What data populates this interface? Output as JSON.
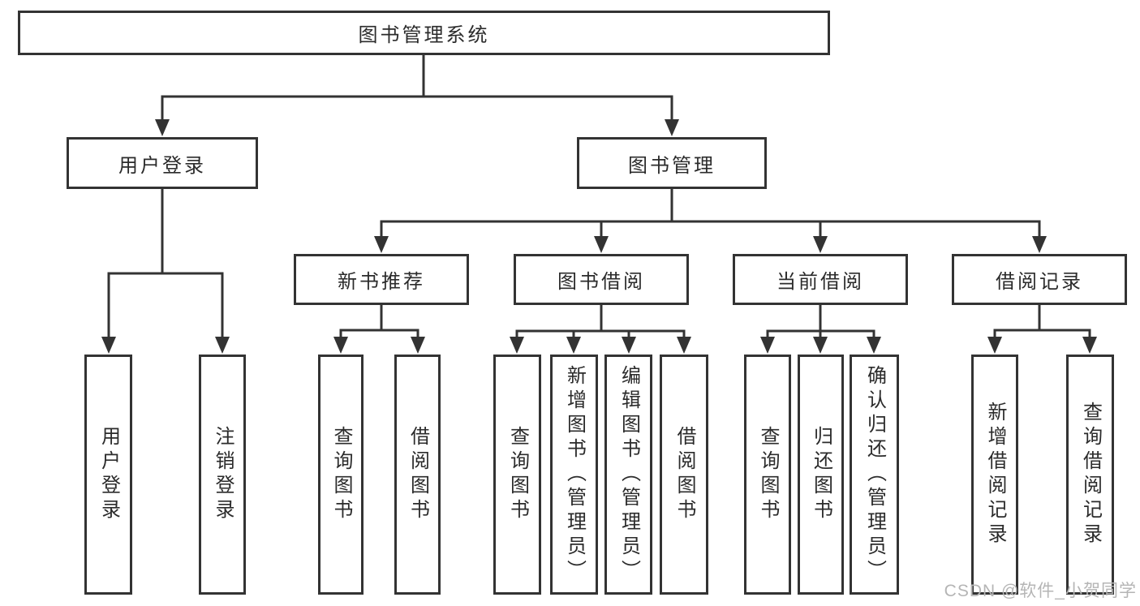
{
  "diagram_title": "图书管理系统",
  "tree": {
    "root": {
      "label": "图书管理系统"
    },
    "branches": [
      {
        "label": "用户登录",
        "children": [
          {
            "label": "用户登录"
          },
          {
            "label": "注销登录"
          }
        ]
      },
      {
        "label": "图书管理",
        "children": [
          {
            "label": "新书推荐",
            "children": [
              {
                "label": "查询图书"
              },
              {
                "label": "借阅图书"
              }
            ]
          },
          {
            "label": "图书借阅",
            "children": [
              {
                "label": "查询图书"
              },
              {
                "label": "新增图书（管理员）"
              },
              {
                "label": "编辑图书（管理员）"
              },
              {
                "label": "借阅图书"
              }
            ]
          },
          {
            "label": "当前借阅",
            "children": [
              {
                "label": "查询图书"
              },
              {
                "label": "归还图书"
              },
              {
                "label": "确认归还（管理员）"
              }
            ]
          },
          {
            "label": "借阅记录",
            "children": [
              {
                "label": "新增借阅记录"
              },
              {
                "label": "查询借阅记录"
              }
            ]
          }
        ]
      }
    ]
  },
  "watermark": "CSDN @软件_小贺同学",
  "colors": {
    "line": "#333333",
    "box_border": "#333333",
    "text": "#2b2b2b",
    "watermark": "#b5b5b5",
    "background": "#ffffff"
  }
}
